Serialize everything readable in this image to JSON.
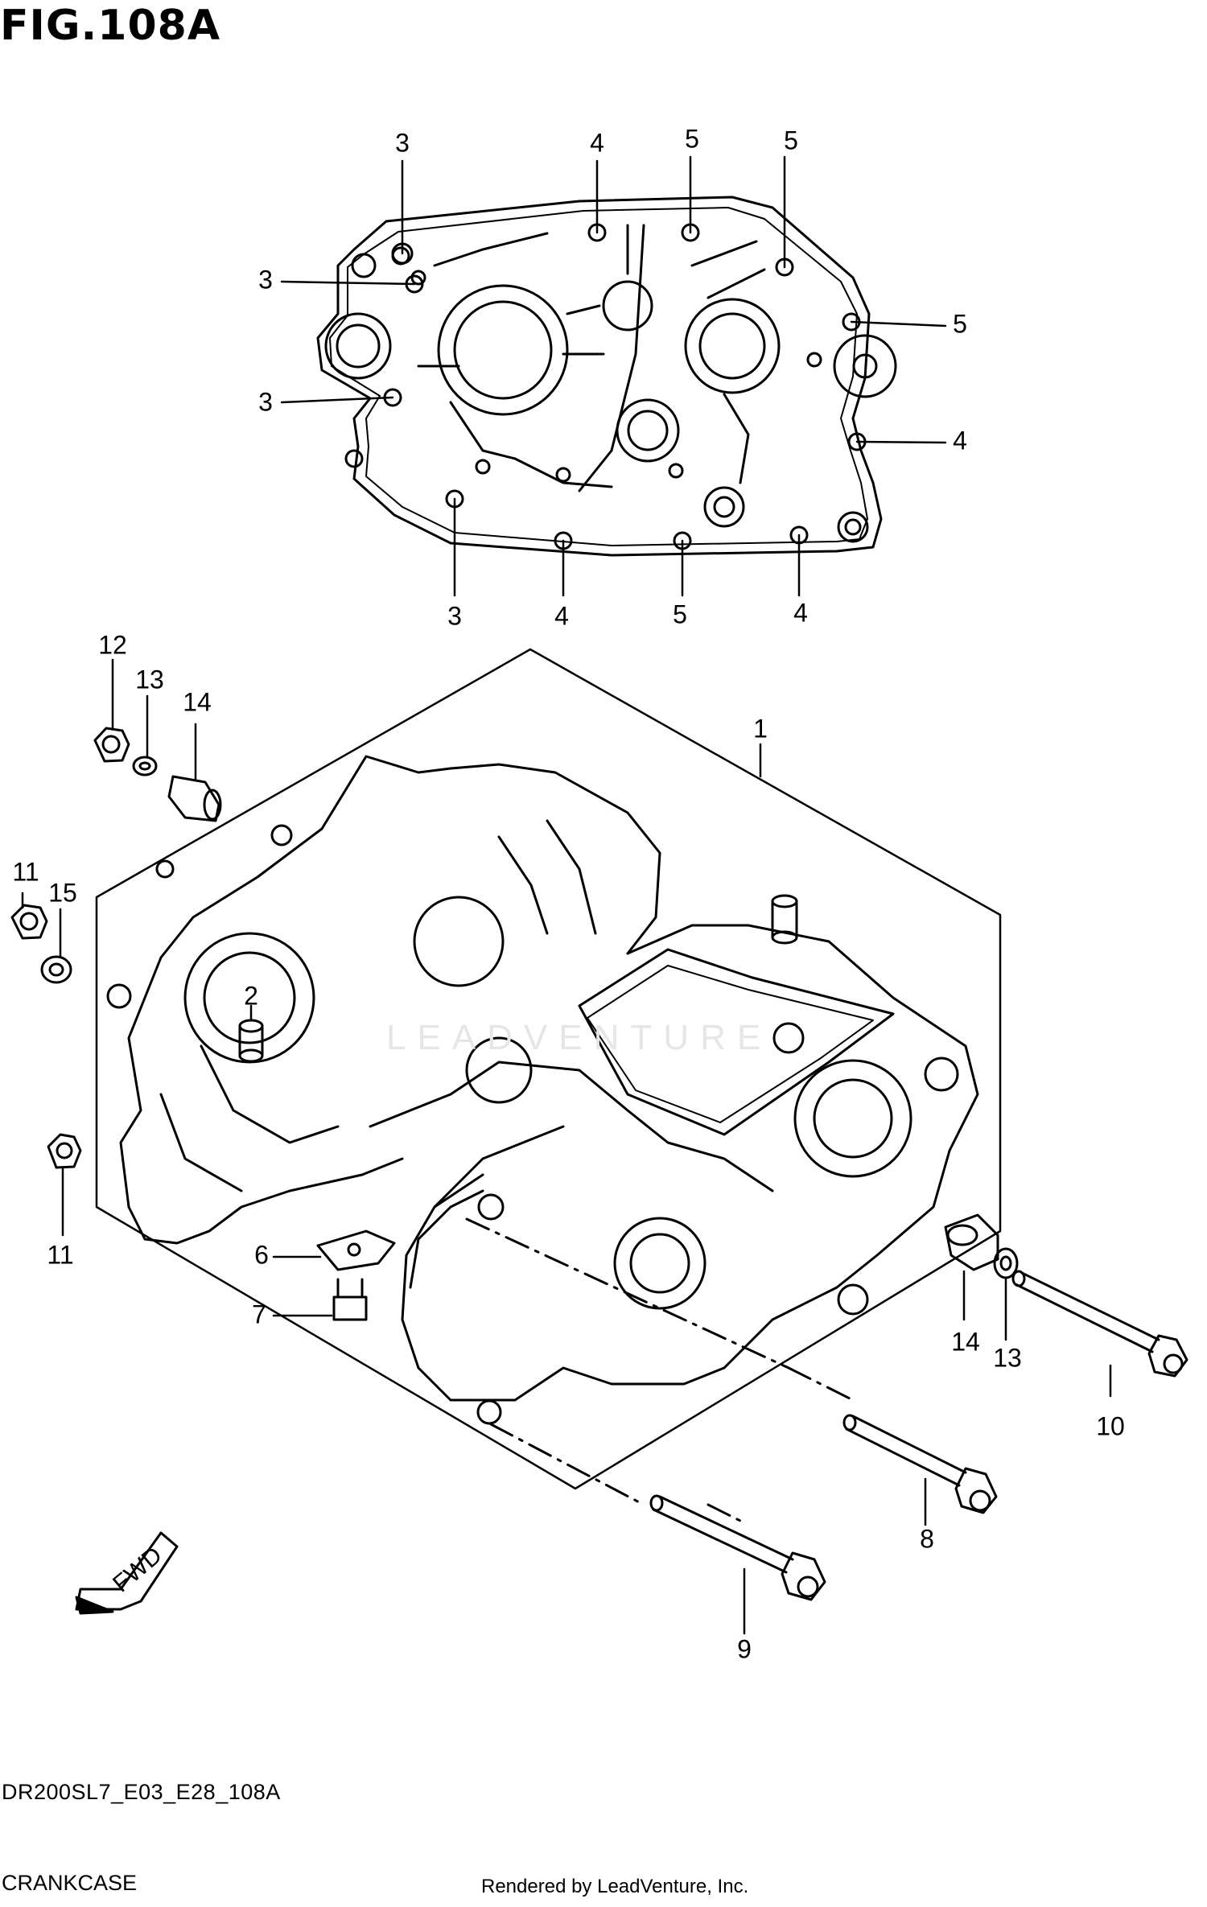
{
  "figure": {
    "title": "FIG.108A",
    "code": "DR200SL7_E03_E28_108A",
    "name": "CRANKCASE",
    "credit": "Rendered by LeadVenture, Inc.",
    "watermark": "LEADVENTURE",
    "fwd_label": "FWD"
  },
  "callouts": {
    "gasket_top": [
      "3",
      "4",
      "5",
      "5"
    ],
    "gasket_left": [
      "3",
      "3"
    ],
    "gasket_right": [
      "5",
      "4"
    ],
    "gasket_bottom": [
      "3",
      "4",
      "5",
      "4"
    ],
    "c1": "1",
    "c2": "2",
    "c6": "6",
    "c7": "7",
    "c8": "8",
    "c9": "9",
    "c10": "10",
    "c11a": "11",
    "c11b": "11",
    "c12": "12",
    "c13a": "13",
    "c13b": "13",
    "c14a": "14",
    "c14b": "14",
    "c15": "15"
  }
}
